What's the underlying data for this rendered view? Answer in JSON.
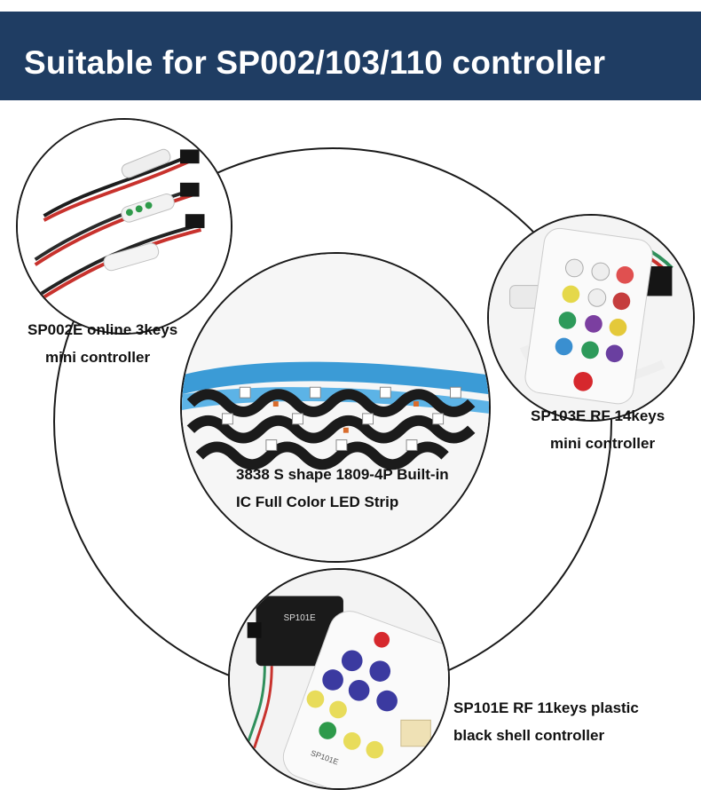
{
  "header": {
    "title": "Suitable for SP002/103/110 controller",
    "background": "#1f3d63"
  },
  "items": {
    "sp002": {
      "line1": "SP002E online 3keys",
      "line2": "mini controller"
    },
    "sp103": {
      "line1": "SP103E RF 14keys",
      "line2": "mini controller"
    },
    "strip": {
      "line1": "3838 S shape 1809-4P Built-in",
      "line2": "IC Full Color LED Strip"
    },
    "sp101": {
      "line1": "SP101E RF 11keys plastic",
      "line2": "black shell controller"
    }
  },
  "icons": {
    "sp002": "sp002e-controller-photo",
    "sp103": "sp103e-remote-photo",
    "strip": "s-shape-led-strip-photo",
    "sp101": "sp101e-controller-photo"
  },
  "printed_marks": {
    "sp101_box": "SP101E",
    "sp101_remote": "SP101E"
  }
}
